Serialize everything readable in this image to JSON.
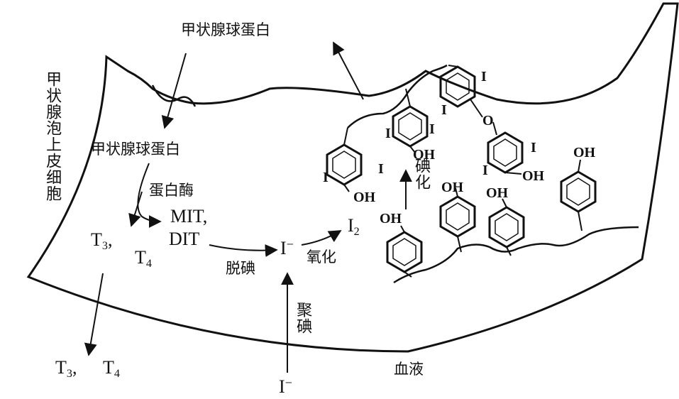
{
  "labels": {
    "thyroglobulin_outside": "甲状腺球蛋白",
    "thyroglobulin_inside": "甲状腺球蛋白",
    "cell_label": "甲状腺泡上皮细胞",
    "protease": "蛋白酶",
    "mit": "MIT,",
    "dit": "DIT",
    "deiodination": "脱碘",
    "oxidation": "氧化",
    "iodination": "碘化",
    "iodide_uptake": "聚碘",
    "blood": "血液"
  },
  "chem": {
    "T3": "T",
    "T3_sub": "3",
    "T4": "T",
    "T4_sub": "4",
    "iodide": "I",
    "iodide_charge": "−",
    "iodine": "I",
    "iodine_sub": "2",
    "oh": "OH",
    "iodine_atom": "I",
    "oxygen_atom": "O",
    "comma": ","
  }
}
